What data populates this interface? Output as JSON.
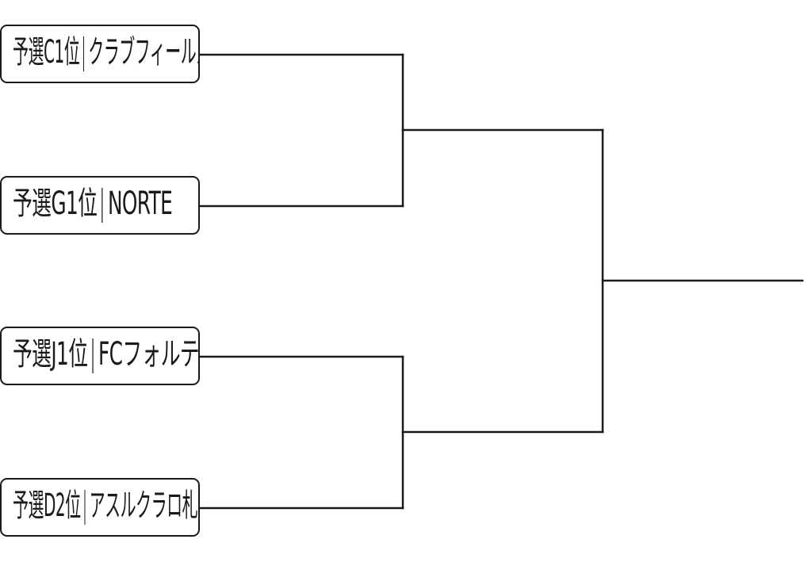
{
  "bracket": {
    "teams": [
      {
        "seed": "予選C1位",
        "name": "クラブフィールズ"
      },
      {
        "seed": "予選G1位",
        "name": "NORTE"
      },
      {
        "seed": "予選J1位",
        "name": "FCフォルテ"
      },
      {
        "seed": "予選D2位",
        "name": "アスルクラロ札幌"
      }
    ],
    "line_color": "#1a1a1a"
  }
}
